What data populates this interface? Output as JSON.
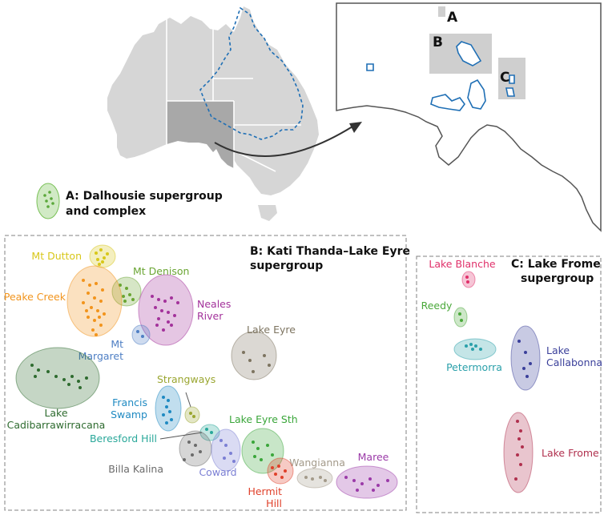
{
  "colors": {
    "land": "#d6d6d6",
    "state_lines": "#ffffff",
    "sa_fill": "#a8a8a8",
    "basin_line": "#1f6fb5",
    "lake_outline": "#1f6fb5",
    "panel_border": "#808080"
  },
  "inset": {
    "labels": [
      "A",
      "B",
      "C"
    ]
  },
  "legend": {
    "line1": "A: Dalhousie supergroup",
    "line2": "and complex",
    "color": "#7cc25a"
  },
  "panel_b": {
    "title_line1": "B: Kati Thanda–Lake Eyre",
    "title_line2": "supergroup"
  },
  "panel_c": {
    "title_line1": "C: Lake Frome",
    "title_line2": "supergroup"
  },
  "groups_b": [
    {
      "id": "mt-dutton",
      "label": [
        "Mt Dutton"
      ],
      "color": "#d8c71a"
    },
    {
      "id": "mt-denison",
      "label": [
        "Mt Denison"
      ],
      "color": "#6aa533"
    },
    {
      "id": "peake-creek",
      "label": [
        "Peake Creek"
      ],
      "color": "#f2941c"
    },
    {
      "id": "neales-river",
      "label": [
        "Neales",
        "River"
      ],
      "color": "#a3329b"
    },
    {
      "id": "mt-margaret",
      "label": [
        "Mt",
        "Margaret"
      ],
      "color": "#4f7fc4"
    },
    {
      "id": "lake-eyre",
      "label": [
        "Lake Eyre"
      ],
      "color": "#7d7460"
    },
    {
      "id": "lake-cadibarrawirracana",
      "label": [
        "Lake",
        "Cadibarrawirracana"
      ],
      "color": "#2e6b2f"
    },
    {
      "id": "strangways",
      "label": [
        "Strangways"
      ],
      "color": "#9aa630"
    },
    {
      "id": "francis-swamp",
      "label": [
        "Francis",
        "Swamp"
      ],
      "color": "#1f8ac2"
    },
    {
      "id": "beresford-hill",
      "label": [
        "Beresford Hill"
      ],
      "color": "#2aa89a"
    },
    {
      "id": "lake-eyre-sth",
      "label": [
        "Lake Eyre Sth"
      ],
      "color": "#3aa63a"
    },
    {
      "id": "billa-kalina",
      "label": [
        "Billa Kalina"
      ],
      "color": "#6b6b6b"
    },
    {
      "id": "coward",
      "label": [
        "Coward"
      ],
      "color": "#7b7fd4"
    },
    {
      "id": "wangianna",
      "label": [
        "Wangianna"
      ],
      "color": "#a39a8a"
    },
    {
      "id": "hermit-hill",
      "label": [
        "Hermit",
        "Hill"
      ],
      "color": "#e0402a"
    },
    {
      "id": "maree",
      "label": [
        "Maree"
      ],
      "color": "#9b3aa8"
    }
  ],
  "groups_c": [
    {
      "id": "lake-blanche",
      "label": [
        "Lake Blanche"
      ],
      "color": "#e0306a"
    },
    {
      "id": "reedy",
      "label": [
        "Reedy"
      ],
      "color": "#4aa83a"
    },
    {
      "id": "petermorra",
      "label": [
        "Petermorra"
      ],
      "color": "#2aa0aa"
    },
    {
      "id": "lake-callabonna",
      "label": [
        "Lake",
        "Callabonna"
      ],
      "color": "#3a3f9a"
    },
    {
      "id": "lake-frome",
      "label": [
        "Lake Frome"
      ],
      "color": "#b0304e"
    }
  ]
}
